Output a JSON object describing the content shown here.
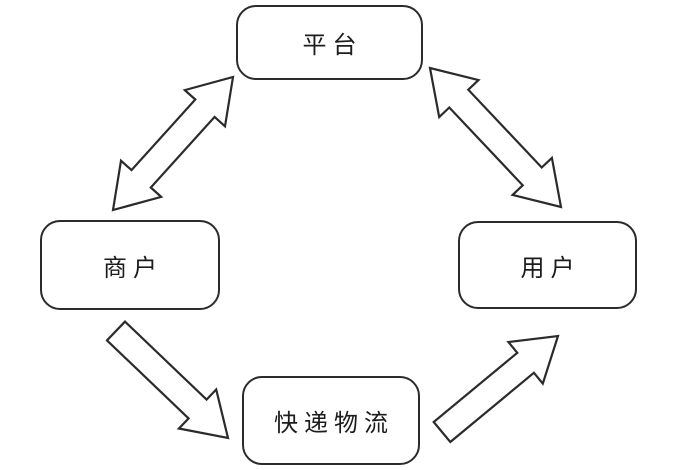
{
  "diagram": {
    "background": "#ffffff",
    "stroke_color": "#2b2b2b",
    "node_fill": "#ffffff",
    "text_color": "#1c1c1c",
    "nodes": [
      {
        "id": "platform",
        "label": "平台"
      },
      {
        "id": "merchant",
        "label": "商户"
      },
      {
        "id": "user",
        "label": "用户"
      },
      {
        "id": "logistics",
        "label": "快递物流"
      }
    ],
    "edges": [
      {
        "from": "商户",
        "to": "平台",
        "type": "double-arrow"
      },
      {
        "from": "平台",
        "to": "用户",
        "type": "double-arrow"
      },
      {
        "from": "商户",
        "to": "快递物流",
        "type": "single-arrow"
      },
      {
        "from": "快递物流",
        "to": "用户",
        "type": "single-arrow"
      }
    ]
  }
}
